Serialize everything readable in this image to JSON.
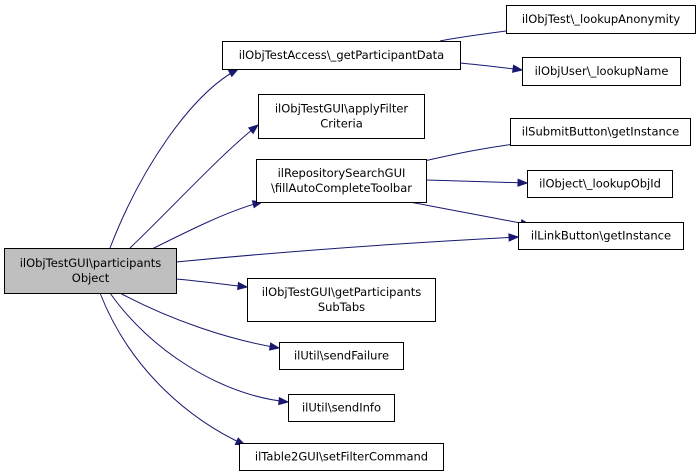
{
  "diagram": {
    "type": "call-graph",
    "colors": {
      "root_fill": "#bfbfbf",
      "node_fill": "#ffffff",
      "border": "#000000",
      "edge": "#191970"
    },
    "nodes": {
      "root": [
        "ilObjTestGUI\\participants",
        "Object"
      ],
      "getParticipantData": [
        "ilObjTestAccess\\_getParticipantData"
      ],
      "lookupAnonymity": [
        "ilObjTest\\_lookupAnonymity"
      ],
      "lookupName": [
        "ilObjUser\\_lookupName"
      ],
      "applyFilter": [
        "ilObjTestGUI\\applyFilter",
        "Criteria"
      ],
      "fillAutoComplete": [
        "ilRepositorySearchGUI",
        "\\fillAutoCompleteToolbar"
      ],
      "submitButton": [
        "ilSubmitButton\\getInstance"
      ],
      "lookupObjId": [
        "ilObject\\_lookupObjId"
      ],
      "linkButton": [
        "ilLinkButton\\getInstance"
      ],
      "getParticipantsSubTabs": [
        "ilObjTestGUI\\getParticipants",
        "SubTabs"
      ],
      "sendFailure": [
        "ilUtil\\sendFailure"
      ],
      "sendInfo": [
        "ilUtil\\sendInfo"
      ],
      "setFilterCommand": [
        "ilTable2GUI\\setFilterCommand"
      ]
    },
    "edges": [
      [
        "root",
        "getParticipantData"
      ],
      [
        "root",
        "applyFilter"
      ],
      [
        "root",
        "fillAutoComplete"
      ],
      [
        "root",
        "linkButton"
      ],
      [
        "root",
        "getParticipantsSubTabs"
      ],
      [
        "root",
        "sendFailure"
      ],
      [
        "root",
        "sendInfo"
      ],
      [
        "root",
        "setFilterCommand"
      ],
      [
        "getParticipantData",
        "lookupAnonymity"
      ],
      [
        "getParticipantData",
        "lookupName"
      ],
      [
        "fillAutoComplete",
        "submitButton"
      ],
      [
        "fillAutoComplete",
        "lookupObjId"
      ],
      [
        "fillAutoComplete",
        "linkButton"
      ]
    ]
  }
}
